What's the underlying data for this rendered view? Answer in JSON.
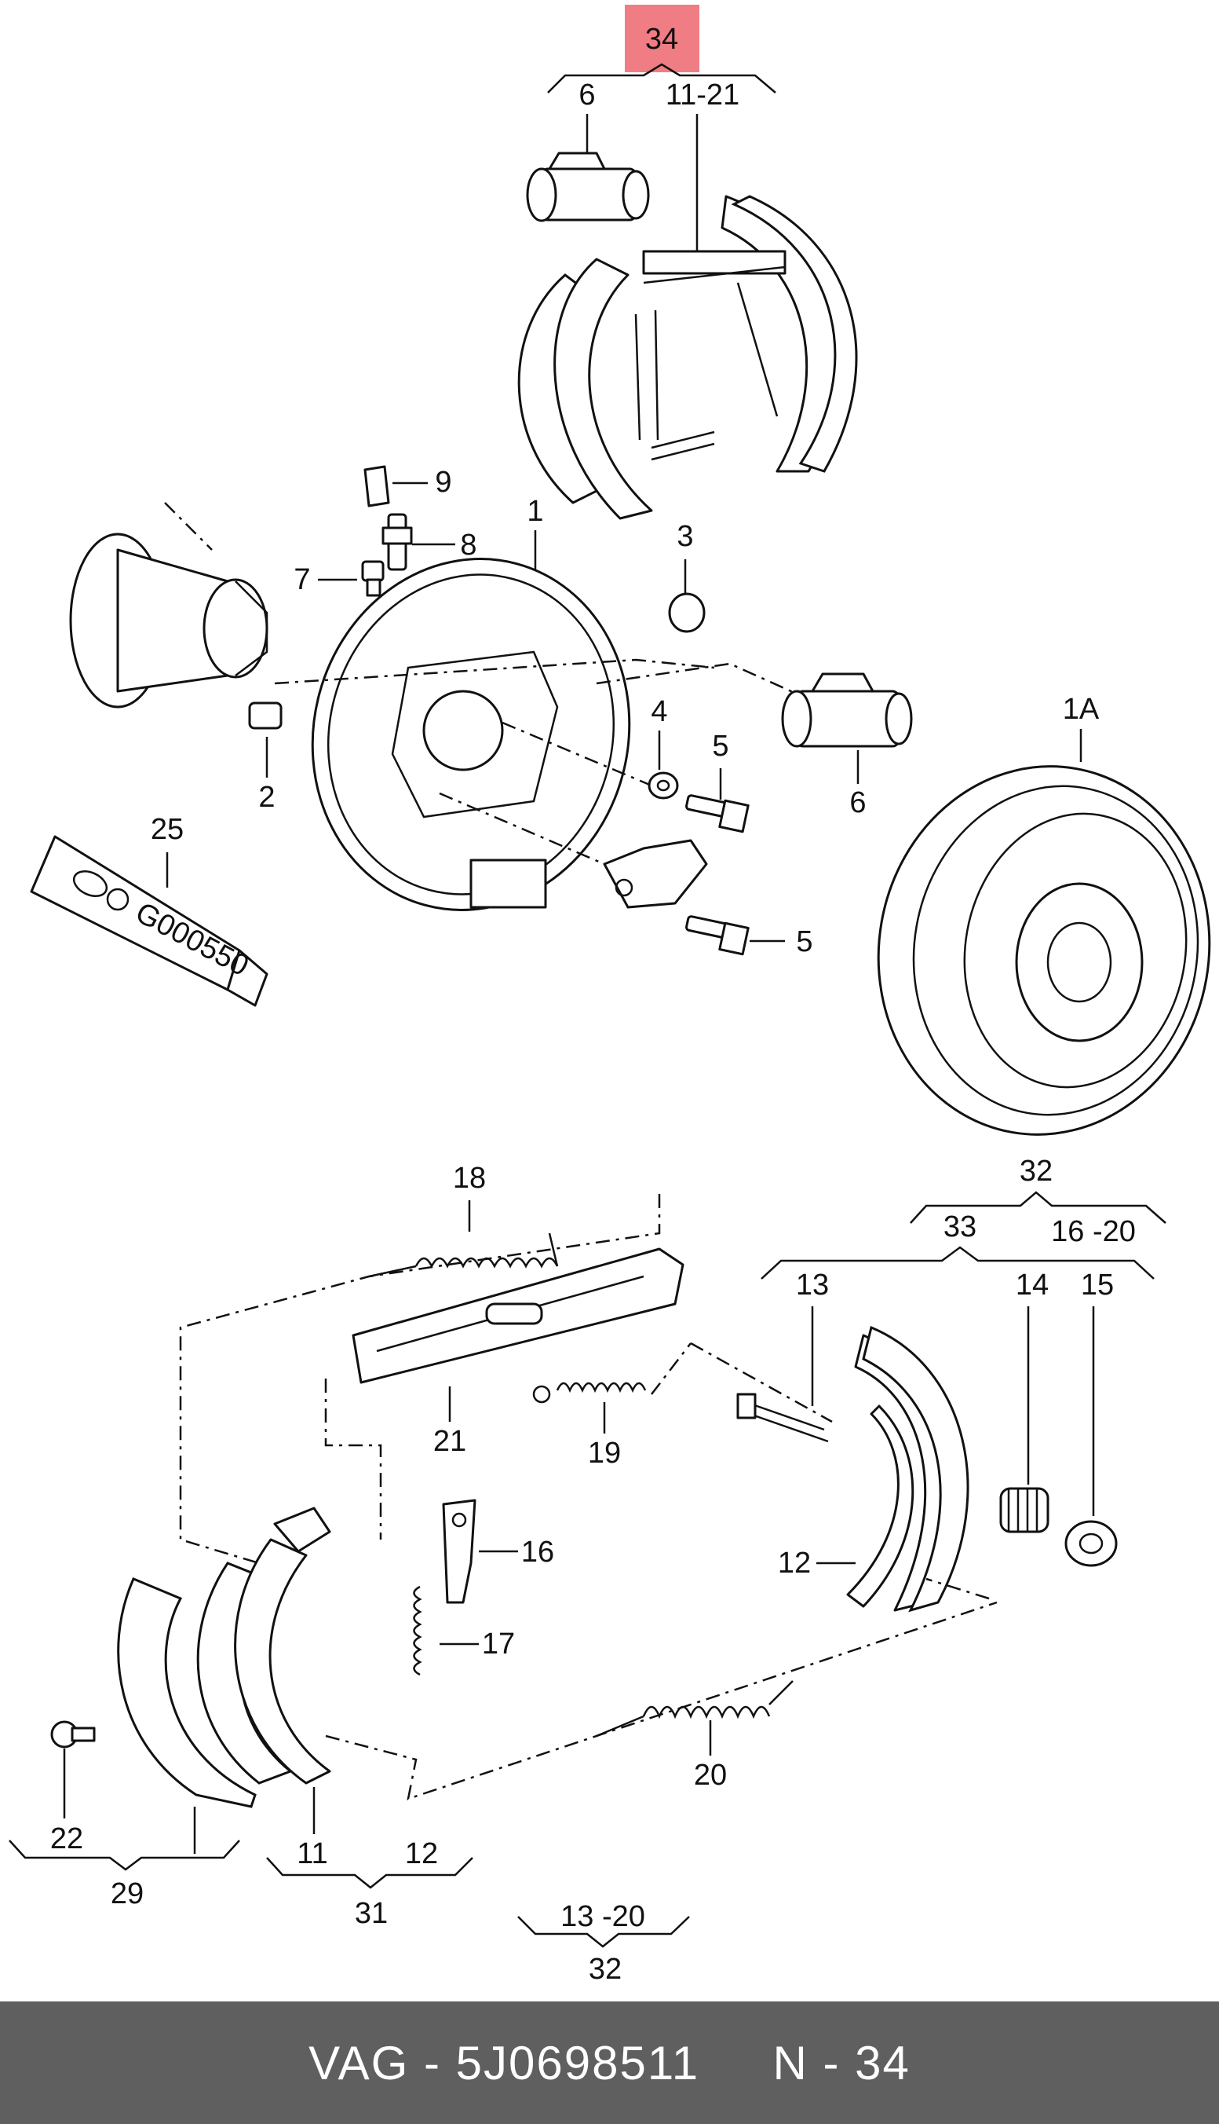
{
  "diagram": {
    "highlight_color": "#f07d83",
    "labels": {
      "l34": "34",
      "l6_top": "6",
      "l11_21": "11-21",
      "l9": "9",
      "l8": "8",
      "l1": "1",
      "l3": "3",
      "l7": "7",
      "l4": "4",
      "l5_upper": "5",
      "l6_mid": "6",
      "l1A": "1A",
      "l2": "2",
      "l25": "25",
      "l5_lower": "5",
      "l18": "18",
      "l32_right": "32",
      "l33": "33",
      "l16_20_right": "16 -20",
      "l13": "13",
      "l14": "14",
      "l15": "15",
      "l21": "21",
      "l19": "19",
      "l16": "16",
      "l12_right": "12",
      "l17": "17",
      "l20": "20",
      "l22": "22",
      "l29": "29",
      "l11_bottom": "11",
      "l12_bottom": "12",
      "l31": "31",
      "l13_20": "13 -20",
      "l32_bottom": "32",
      "tube_text": "G000550"
    }
  },
  "footer": {
    "brand": "VAG",
    "sep1": " - ",
    "part_number": "5J0698511",
    "gap": "     ",
    "ref": "N - 34"
  }
}
